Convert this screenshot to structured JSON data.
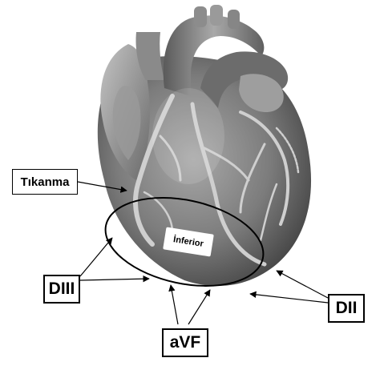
{
  "labels": {
    "tikanma": "Tıkanma",
    "inferior": "İnferior",
    "diii": "DIII",
    "avf": "aVF",
    "dii": "DII"
  },
  "colors": {
    "background": "#ffffff",
    "heart_dark": "#4a4a4a",
    "heart_mid": "#7d7d7d",
    "heart_light": "#b5b5b5",
    "vessel": "#c9c9c9",
    "ink": "#000000"
  },
  "icons": {
    "illustration": "heart-anatomy-illustration"
  }
}
